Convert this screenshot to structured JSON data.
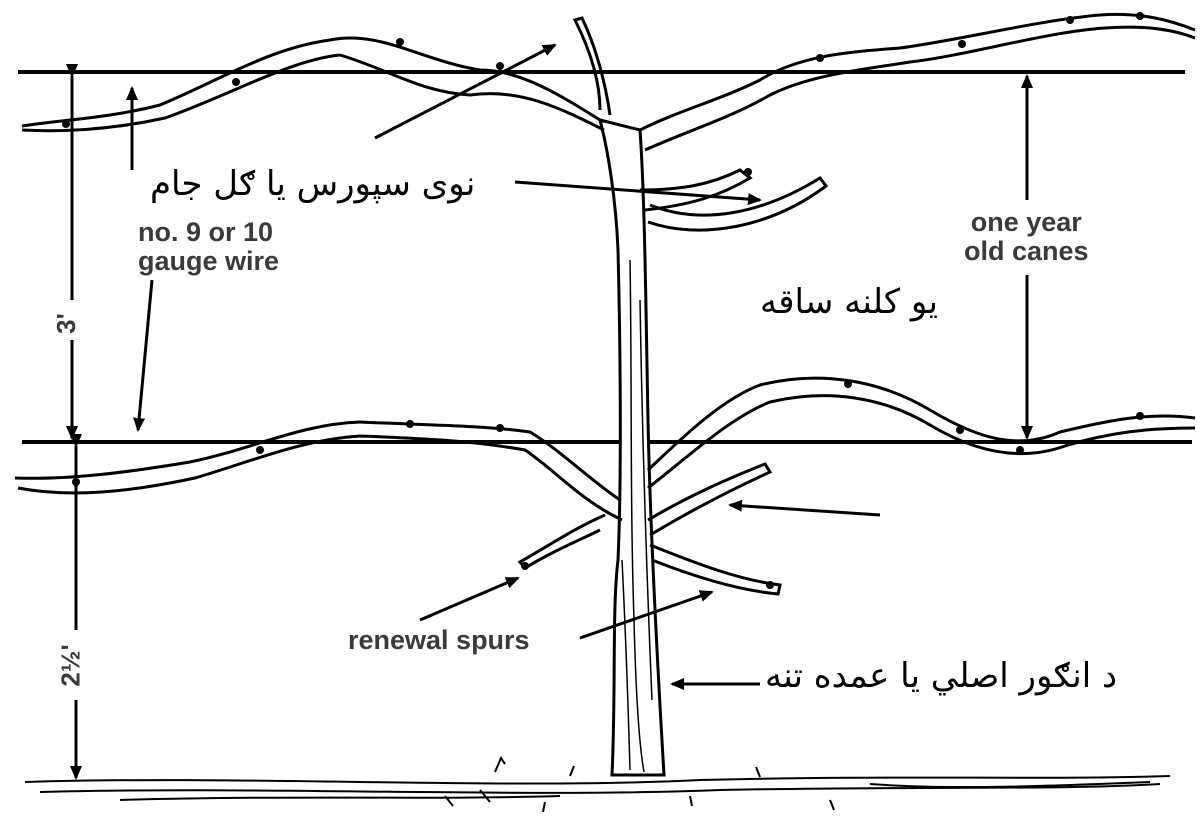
{
  "labels": {
    "wire_gauge_line1": "no. 9 or 10",
    "wire_gauge_line2": "gauge wire",
    "one_year_line1": "one year",
    "one_year_line2": "old canes",
    "renewal_spurs": "renewal spurs",
    "height_upper": "3'",
    "height_lower": "2½'"
  },
  "pashto_labels": {
    "new_spurs": "نوی سپورس یا ګل جام",
    "one_year_canes": "یو کلنه ساقه",
    "main_trunk": "د انګور اصلي یا عمده تنه"
  },
  "colors": {
    "ink": "#000000",
    "label_gray": "#3a3a3a",
    "background": "#ffffff"
  }
}
